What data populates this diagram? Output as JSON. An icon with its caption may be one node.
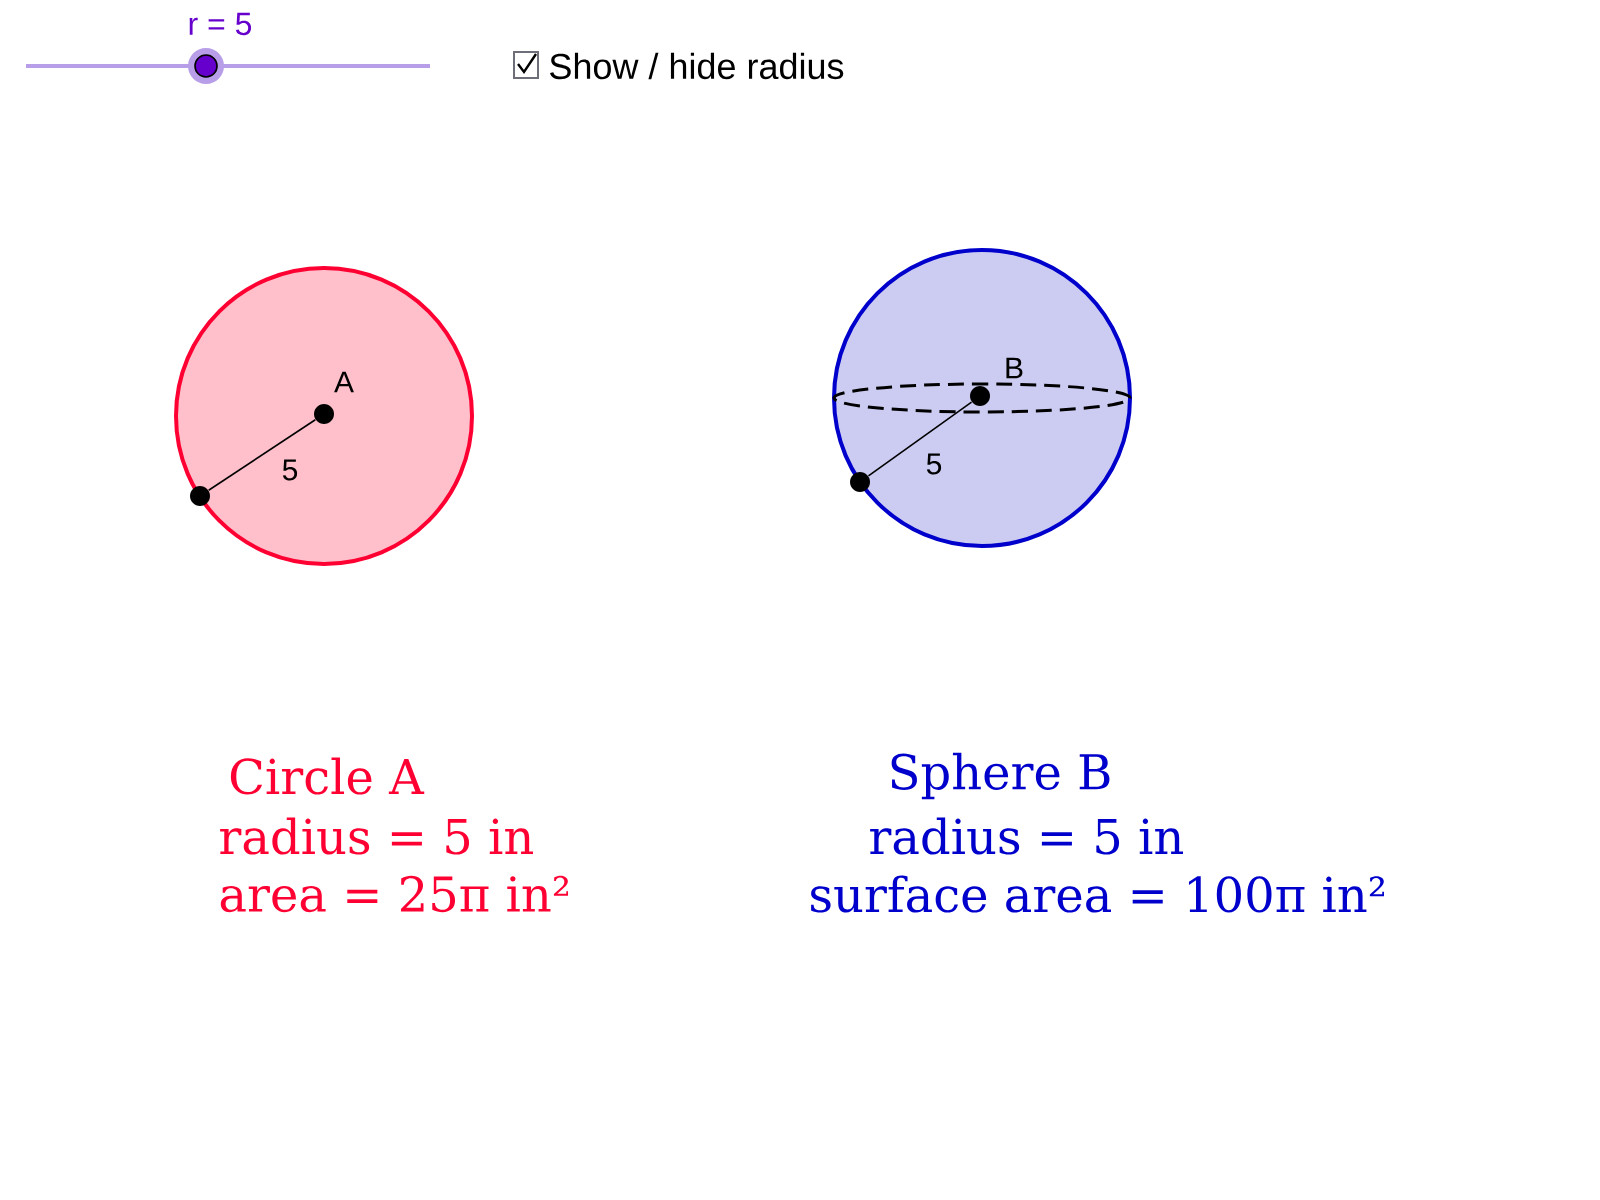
{
  "diagram": {
    "nodes": [
      {
        "text": [],
        "shape": "circle"
      },
      {
        "text": [],
        "shape": "circle",
        "beside": [
          "A"
        ],
        "in": 0
      },
      {
        "text": [],
        "shape": "circle",
        "in": 0
      },
      {
        "text": [],
        "shape": "sphere"
      },
      {
        "text": [],
        "shape": "circle",
        "beside": [
          "B"
        ],
        "in": 3
      },
      {
        "text": [],
        "shape": "circle",
        "in": 3
      }
    ],
    "edges": [
      {
        "from": 1,
        "to": 2,
        "arrow": "none",
        "label": "5"
      },
      {
        "from": 4,
        "to": 5,
        "arrow": "none",
        "label": "5"
      }
    ],
    "labels": [
      "r = 5",
      "Show / hide radius",
      "Circle A",
      "radius = 5 in",
      "area =  25π in²",
      "Sphere B",
      "radius = 5 in",
      "surface area =  100π in²"
    ]
  }
}
